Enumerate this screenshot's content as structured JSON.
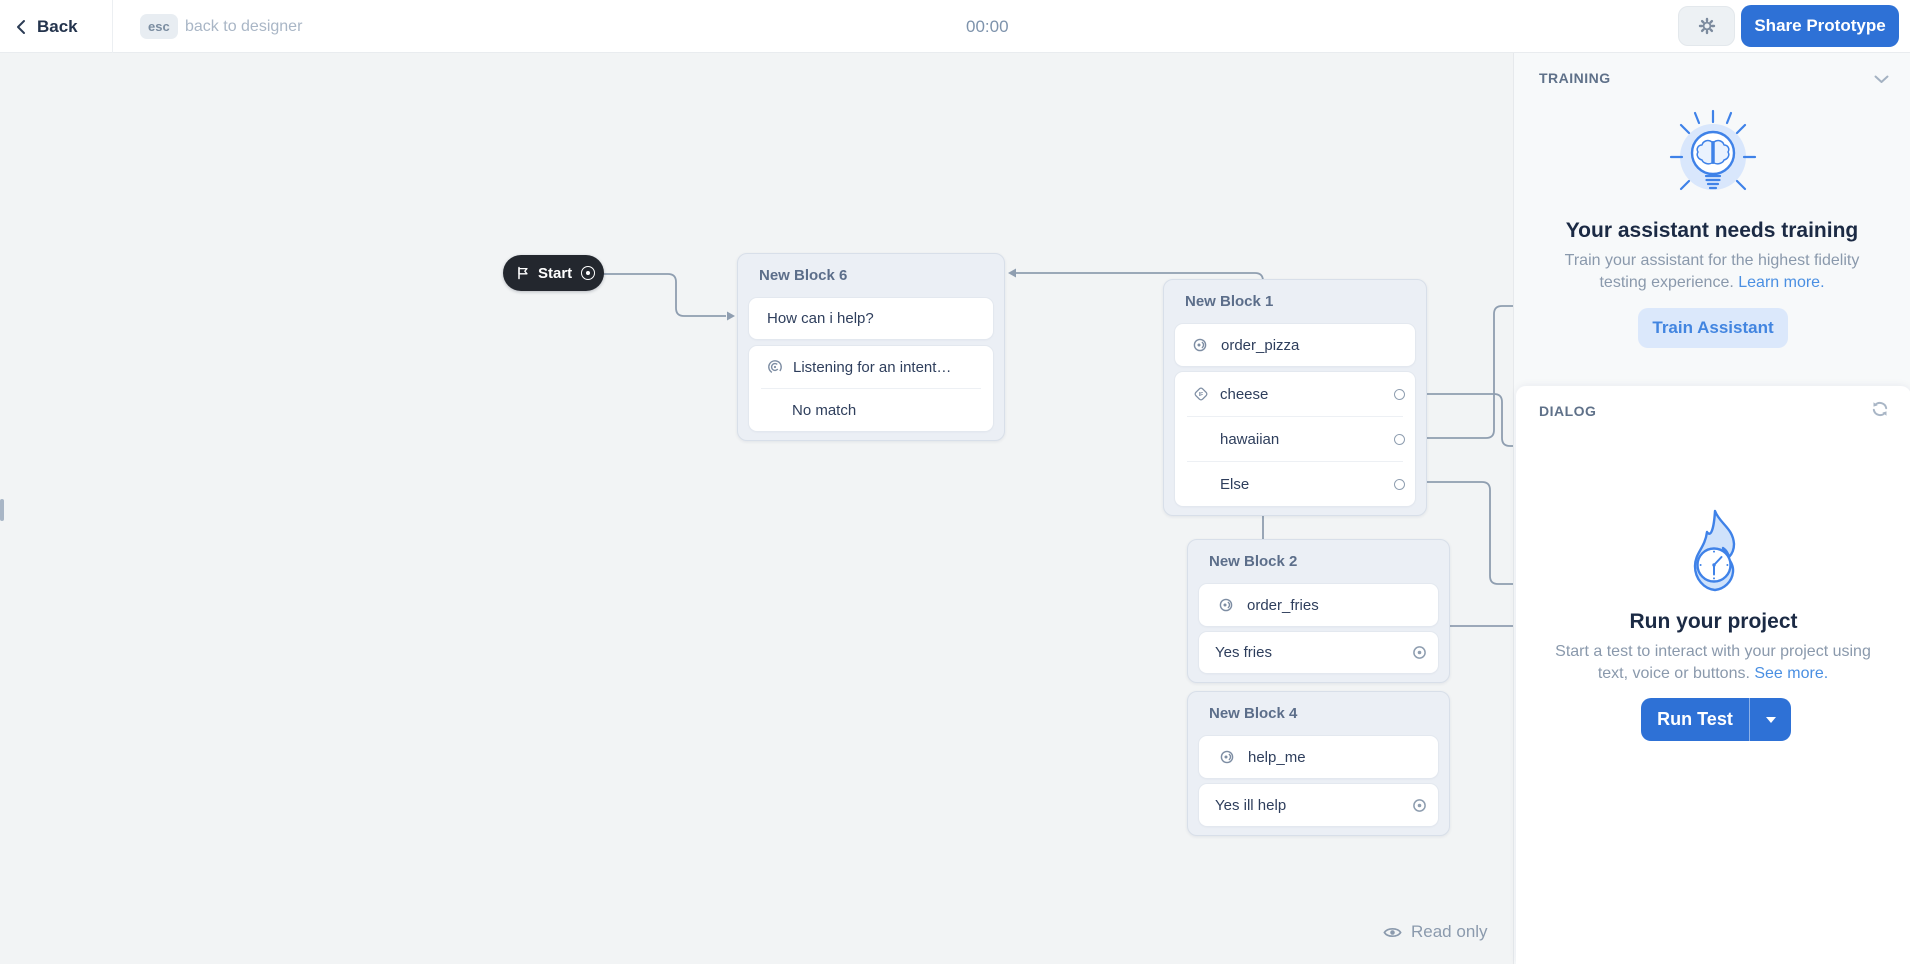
{
  "topbar": {
    "back": "Back",
    "esc": "esc",
    "esc_hint": "back to designer",
    "timer": "00:00",
    "share": "Share Prototype"
  },
  "canvas": {
    "start": "Start",
    "read_only": "Read only",
    "blocks": {
      "b6": {
        "title": "New Block 6",
        "speak": "How can i help?",
        "listen": "Listening for an intent…",
        "no_match": "No match"
      },
      "b1": {
        "title": "New Block 1",
        "intent": "order_pizza",
        "conditions": [
          "cheese",
          "hawaiian",
          "Else"
        ]
      },
      "b2": {
        "title": "New Block 2",
        "intent": "order_fries",
        "choice": "Yes fries"
      },
      "b4": {
        "title": "New Block 4",
        "intent": "help_me",
        "choice": "Yes ill help"
      }
    }
  },
  "panel": {
    "training": {
      "header": "TRAINING",
      "title": "Your assistant needs training",
      "body": "Train your assistant for the highest fidelity testing experience.",
      "link": "Learn more.",
      "button": "Train Assistant"
    },
    "dialog": {
      "header": "DIALOG",
      "title": "Run your project",
      "body": "Start a test to interact with your project using text, voice or buttons.",
      "link": "See more.",
      "run": "Run Test"
    }
  },
  "colors": {
    "primary": "#2e71d6",
    "link": "#4a8fe2",
    "connector": "#8f9eb0",
    "canvas_bg": "#f2f4f5",
    "start_node": "#23272e"
  },
  "icons": {
    "chevron-left-icon": "‹",
    "gear-icon": "gear",
    "flag-icon": "start flag",
    "intent-icon": "(o)",
    "if-icon": "IF diamond",
    "listening-icon": "radar",
    "port-icon": "o",
    "target-icon": "⊙",
    "eye-icon": "read only eye",
    "chevron-down-icon": "⌄",
    "refresh-icon": "↻",
    "bulb-brain-icon": "training bulb",
    "flame-clock-icon": "run flame",
    "caret-down-icon": "▾"
  }
}
